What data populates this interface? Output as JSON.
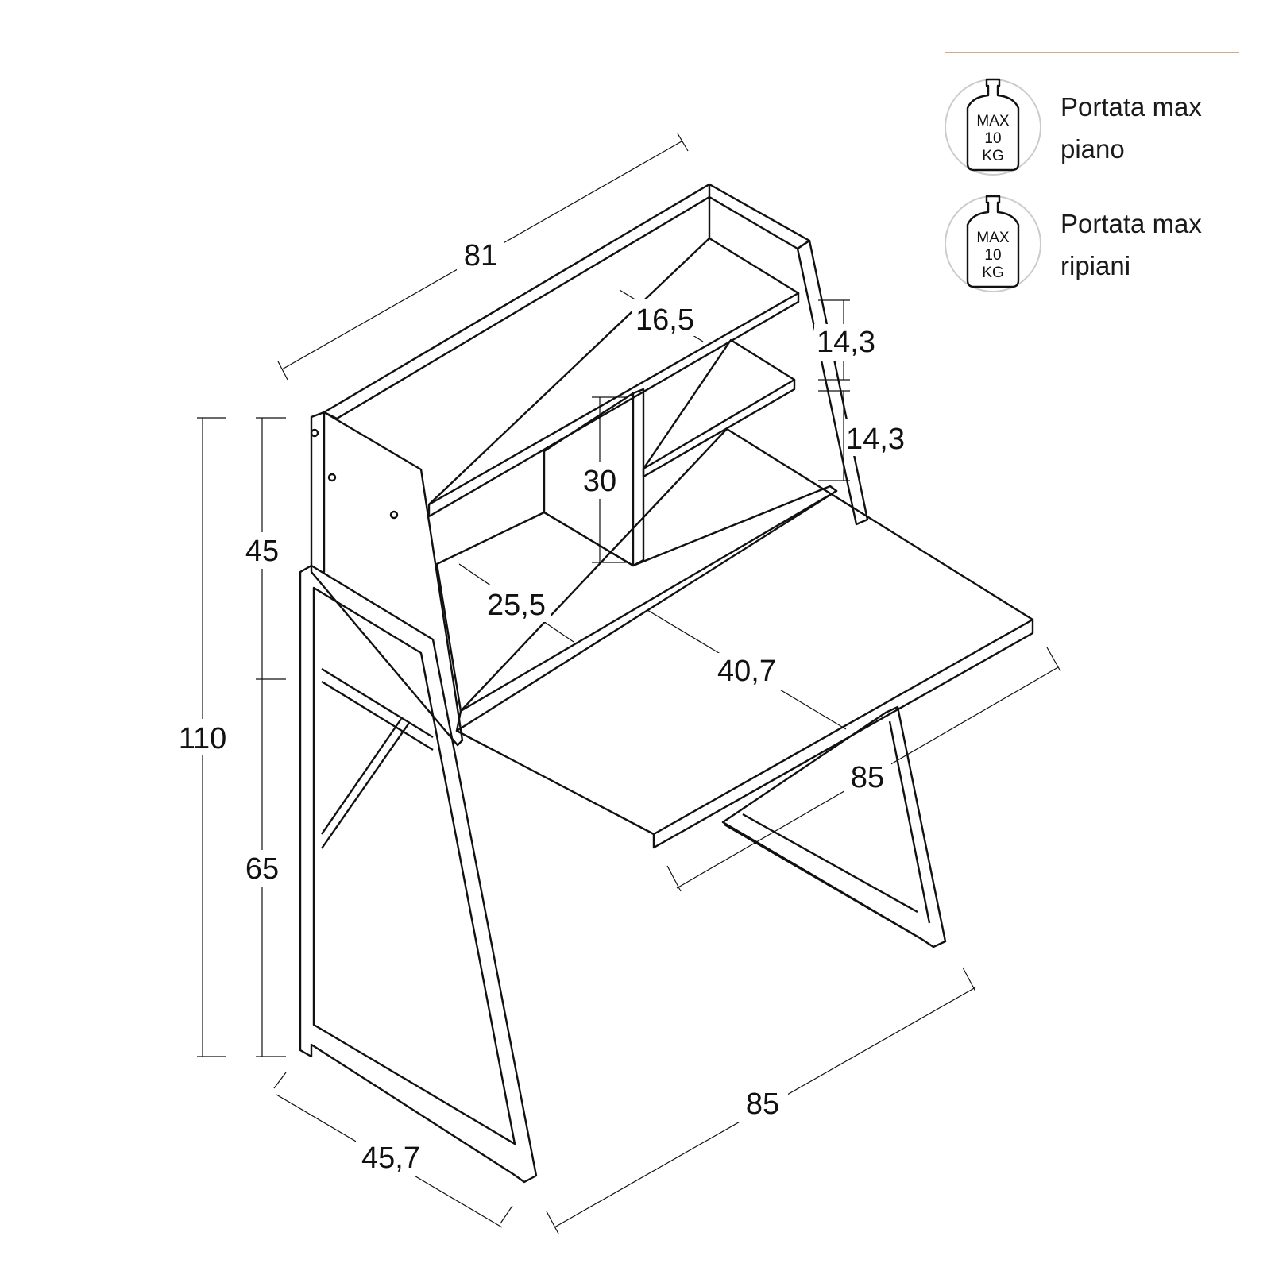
{
  "dimensions": {
    "top_width": "81",
    "shelf_depth": "16,5",
    "shelf_gap_upper": "14,3",
    "shelf_gap_lower": "14,3",
    "divider_height": "30",
    "hutch_depth": "25,5",
    "desk_depth": "40,7",
    "desk_width": "85",
    "total_height": "110",
    "hutch_height": "45",
    "desk_height": "65",
    "base_depth": "45,7",
    "base_width": "85"
  },
  "legend": {
    "items": [
      {
        "badge": [
          "MAX",
          "10",
          "KG"
        ],
        "label_line1": "Portata max",
        "label_line2": "piano"
      },
      {
        "badge": [
          "MAX",
          "10",
          "KG"
        ],
        "label_line1": "Portata max",
        "label_line2": "ripiani"
      }
    ],
    "rule_color": "#d9a98c",
    "badge_icon": "weight-bottle-icon"
  }
}
